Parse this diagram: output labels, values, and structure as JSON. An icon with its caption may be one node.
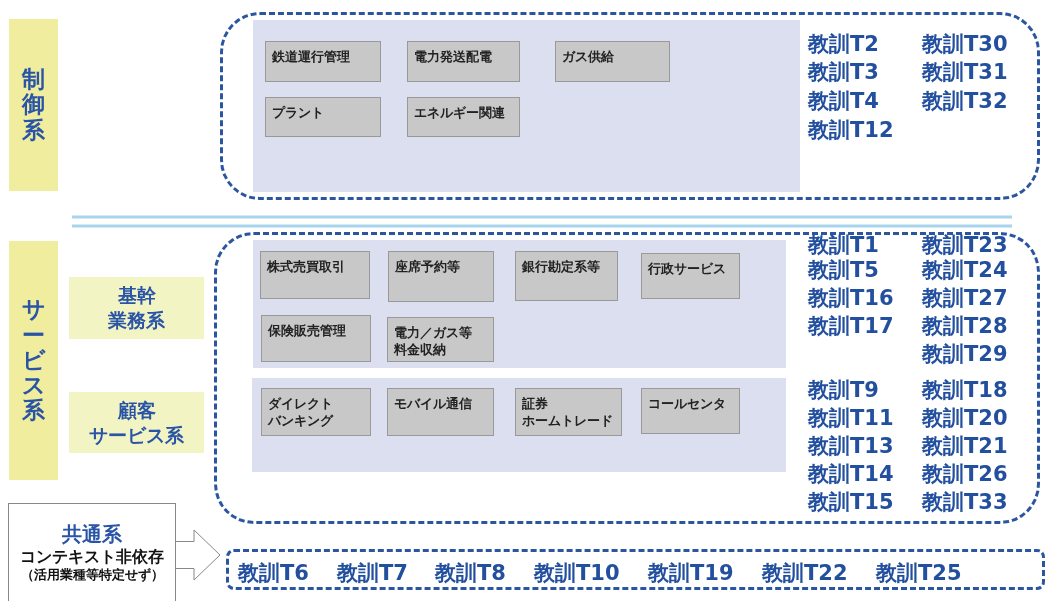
{
  "diagram": {
    "nodes": [
      {
        "text": [
          "制御系"
        ]
      },
      {
        "text": [
          "教訓T2",
          "教訓T30",
          "教訓T3",
          "教訓T31",
          "教訓T4",
          "教訓T32",
          "教訓T12"
        ]
      },
      {
        "text": [],
        "shape": "box",
        "in": 1
      },
      {
        "text": [
          "鉄道運行管理"
        ],
        "in": 2
      },
      {
        "text": [
          "電力発送配電"
        ],
        "in": 2
      },
      {
        "text": [
          "ガス供給"
        ],
        "in": 2
      },
      {
        "text": [
          "プラント"
        ],
        "in": 2
      },
      {
        "text": [
          "エネルギー関連"
        ],
        "in": 2
      },
      {
        "text": [
          "サービス系"
        ]
      },
      {
        "text": [
          "基幹",
          "業務系"
        ]
      },
      {
        "text": [
          "顧客",
          "サービス系"
        ]
      },
      {
        "text": [
          "教訓T1",
          "教訓T23",
          "教訓T5",
          "教訓T24",
          "教訓T16",
          "教訓T27",
          "教訓T17",
          "教訓T28",
          "教訓T29",
          "教訓T9",
          "教訓T18",
          "教訓T11",
          "教訓T20",
          "教訓T13",
          "教訓T21",
          "教訓T14",
          "教訓T26",
          "教訓T15",
          "教訓T33"
        ]
      },
      {
        "text": [],
        "shape": "box",
        "in": 11
      },
      {
        "text": [
          "株式売買取引"
        ],
        "in": 12
      },
      {
        "text": [
          "座席予約等"
        ],
        "in": 12
      },
      {
        "text": [
          "銀行勘定系等"
        ],
        "in": 12
      },
      {
        "text": [
          "行政サービス"
        ],
        "in": 12
      },
      {
        "text": [
          "保険販売管理"
        ],
        "in": 12
      },
      {
        "text": [
          "電力／ガス等",
          "料金収納"
        ],
        "in": 12
      },
      {
        "text": [],
        "shape": "box",
        "in": 11
      },
      {
        "text": [
          "ダイレクト",
          "バンキング"
        ],
        "in": 19
      },
      {
        "text": [
          "モバイル通信"
        ],
        "in": 19
      },
      {
        "text": [
          "証券",
          "ホームトレード"
        ],
        "in": 19
      },
      {
        "text": [
          "コールセンタ"
        ],
        "in": 19
      },
      {
        "text": [
          "共通系",
          "コンテキスト非依存",
          "（活用業種等特定せず）"
        ]
      },
      {
        "text": [
          "教訓T6",
          "教訓T7",
          "教訓T8",
          "教訓T10",
          "教訓T19",
          "教訓T22",
          "教訓T25"
        ]
      }
    ],
    "edges": [
      {
        "from": 24,
        "to": 25,
        "arrow": "to"
      }
    ]
  }
}
